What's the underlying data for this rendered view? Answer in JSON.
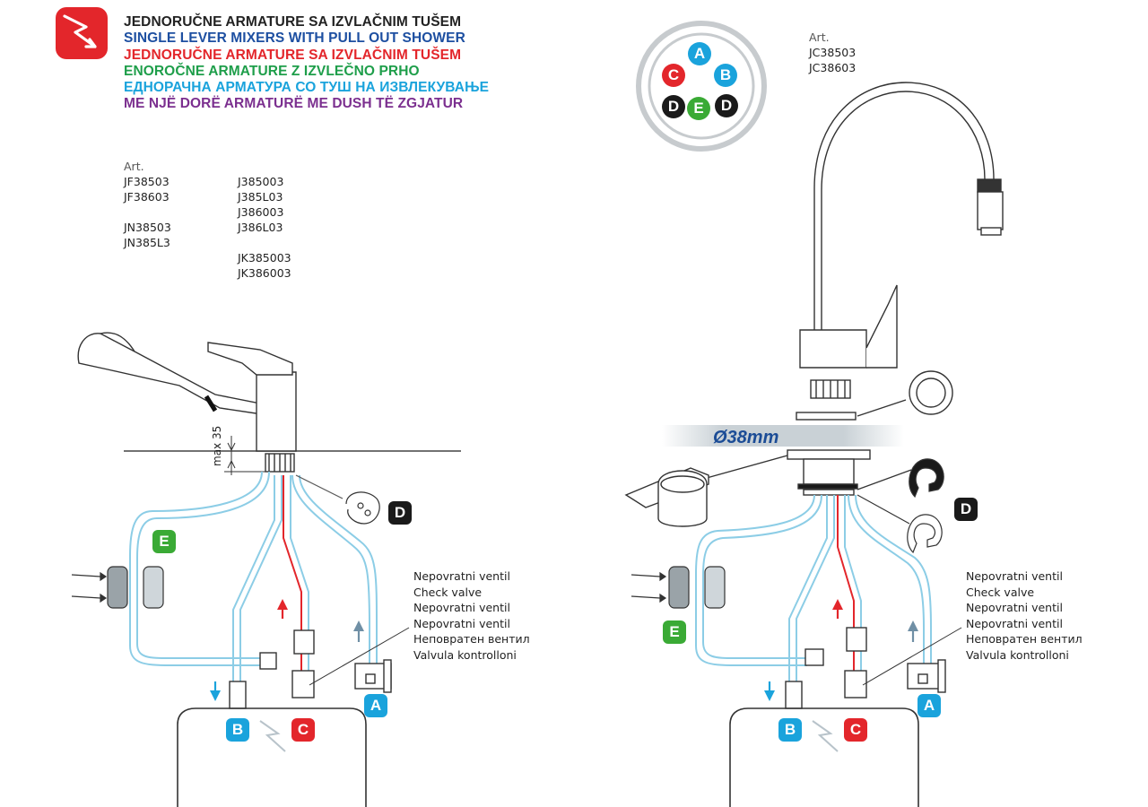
{
  "header": {
    "titles": [
      {
        "text": "JEDNORUČNE ARMATURE SA IZVLAČNIM TUŠEM",
        "color": "#222222"
      },
      {
        "text": "SINGLE LEVER MIXERS WITH PULL OUT SHOWER",
        "color": "#1d4fa1"
      },
      {
        "text": "JEDNORUČNE ARMATURE SA IZVLAČNIM TUŠEM",
        "color": "#e3262b"
      },
      {
        "text": "ENOROČNE ARMATURE Z IZVLEČNO PRHO",
        "color": "#1e9e4a"
      },
      {
        "text": "ЕДНОРАЧНА АРМАТУРА СО ТУШ НА ИЗВЛЕКУВАЊЕ",
        "color": "#1aa3dc"
      },
      {
        "text": "ME NJË DORË  ARMATURË ME DUSH TË ZGJATUR",
        "color": "#7b2f8f"
      }
    ]
  },
  "left_articles": {
    "label": "Art.",
    "col1": [
      "JF38503",
      "JF38603",
      "",
      "JN38503",
      "JN385L3"
    ],
    "col2": [
      "J385003",
      "J385L03",
      "J386003",
      "J386L03",
      "",
      "JK385003",
      "JK386003"
    ]
  },
  "right_articles": {
    "label": "Art.",
    "items": [
      "JC38503",
      "JC38603"
    ]
  },
  "check_valve_labels": [
    "Nepovratni ventil",
    "Check valve",
    "Nepovratni ventil",
    "Nepovratni ventil",
    "Неповратен вентил",
    "Valvula kontrolloni"
  ],
  "dimension_label": "max 35",
  "diameter_label": "Ø38mm",
  "part_badges": {
    "A": "A",
    "B": "B",
    "C": "C",
    "D": "D",
    "E": "E"
  },
  "colors": {
    "red": "#e3262b",
    "cold_blue": "#1aa3dc",
    "green": "#3aaa35",
    "dark": "#1a1a1a",
    "hose_blue": "#8ccde6",
    "grey": "#9aa3a8"
  }
}
